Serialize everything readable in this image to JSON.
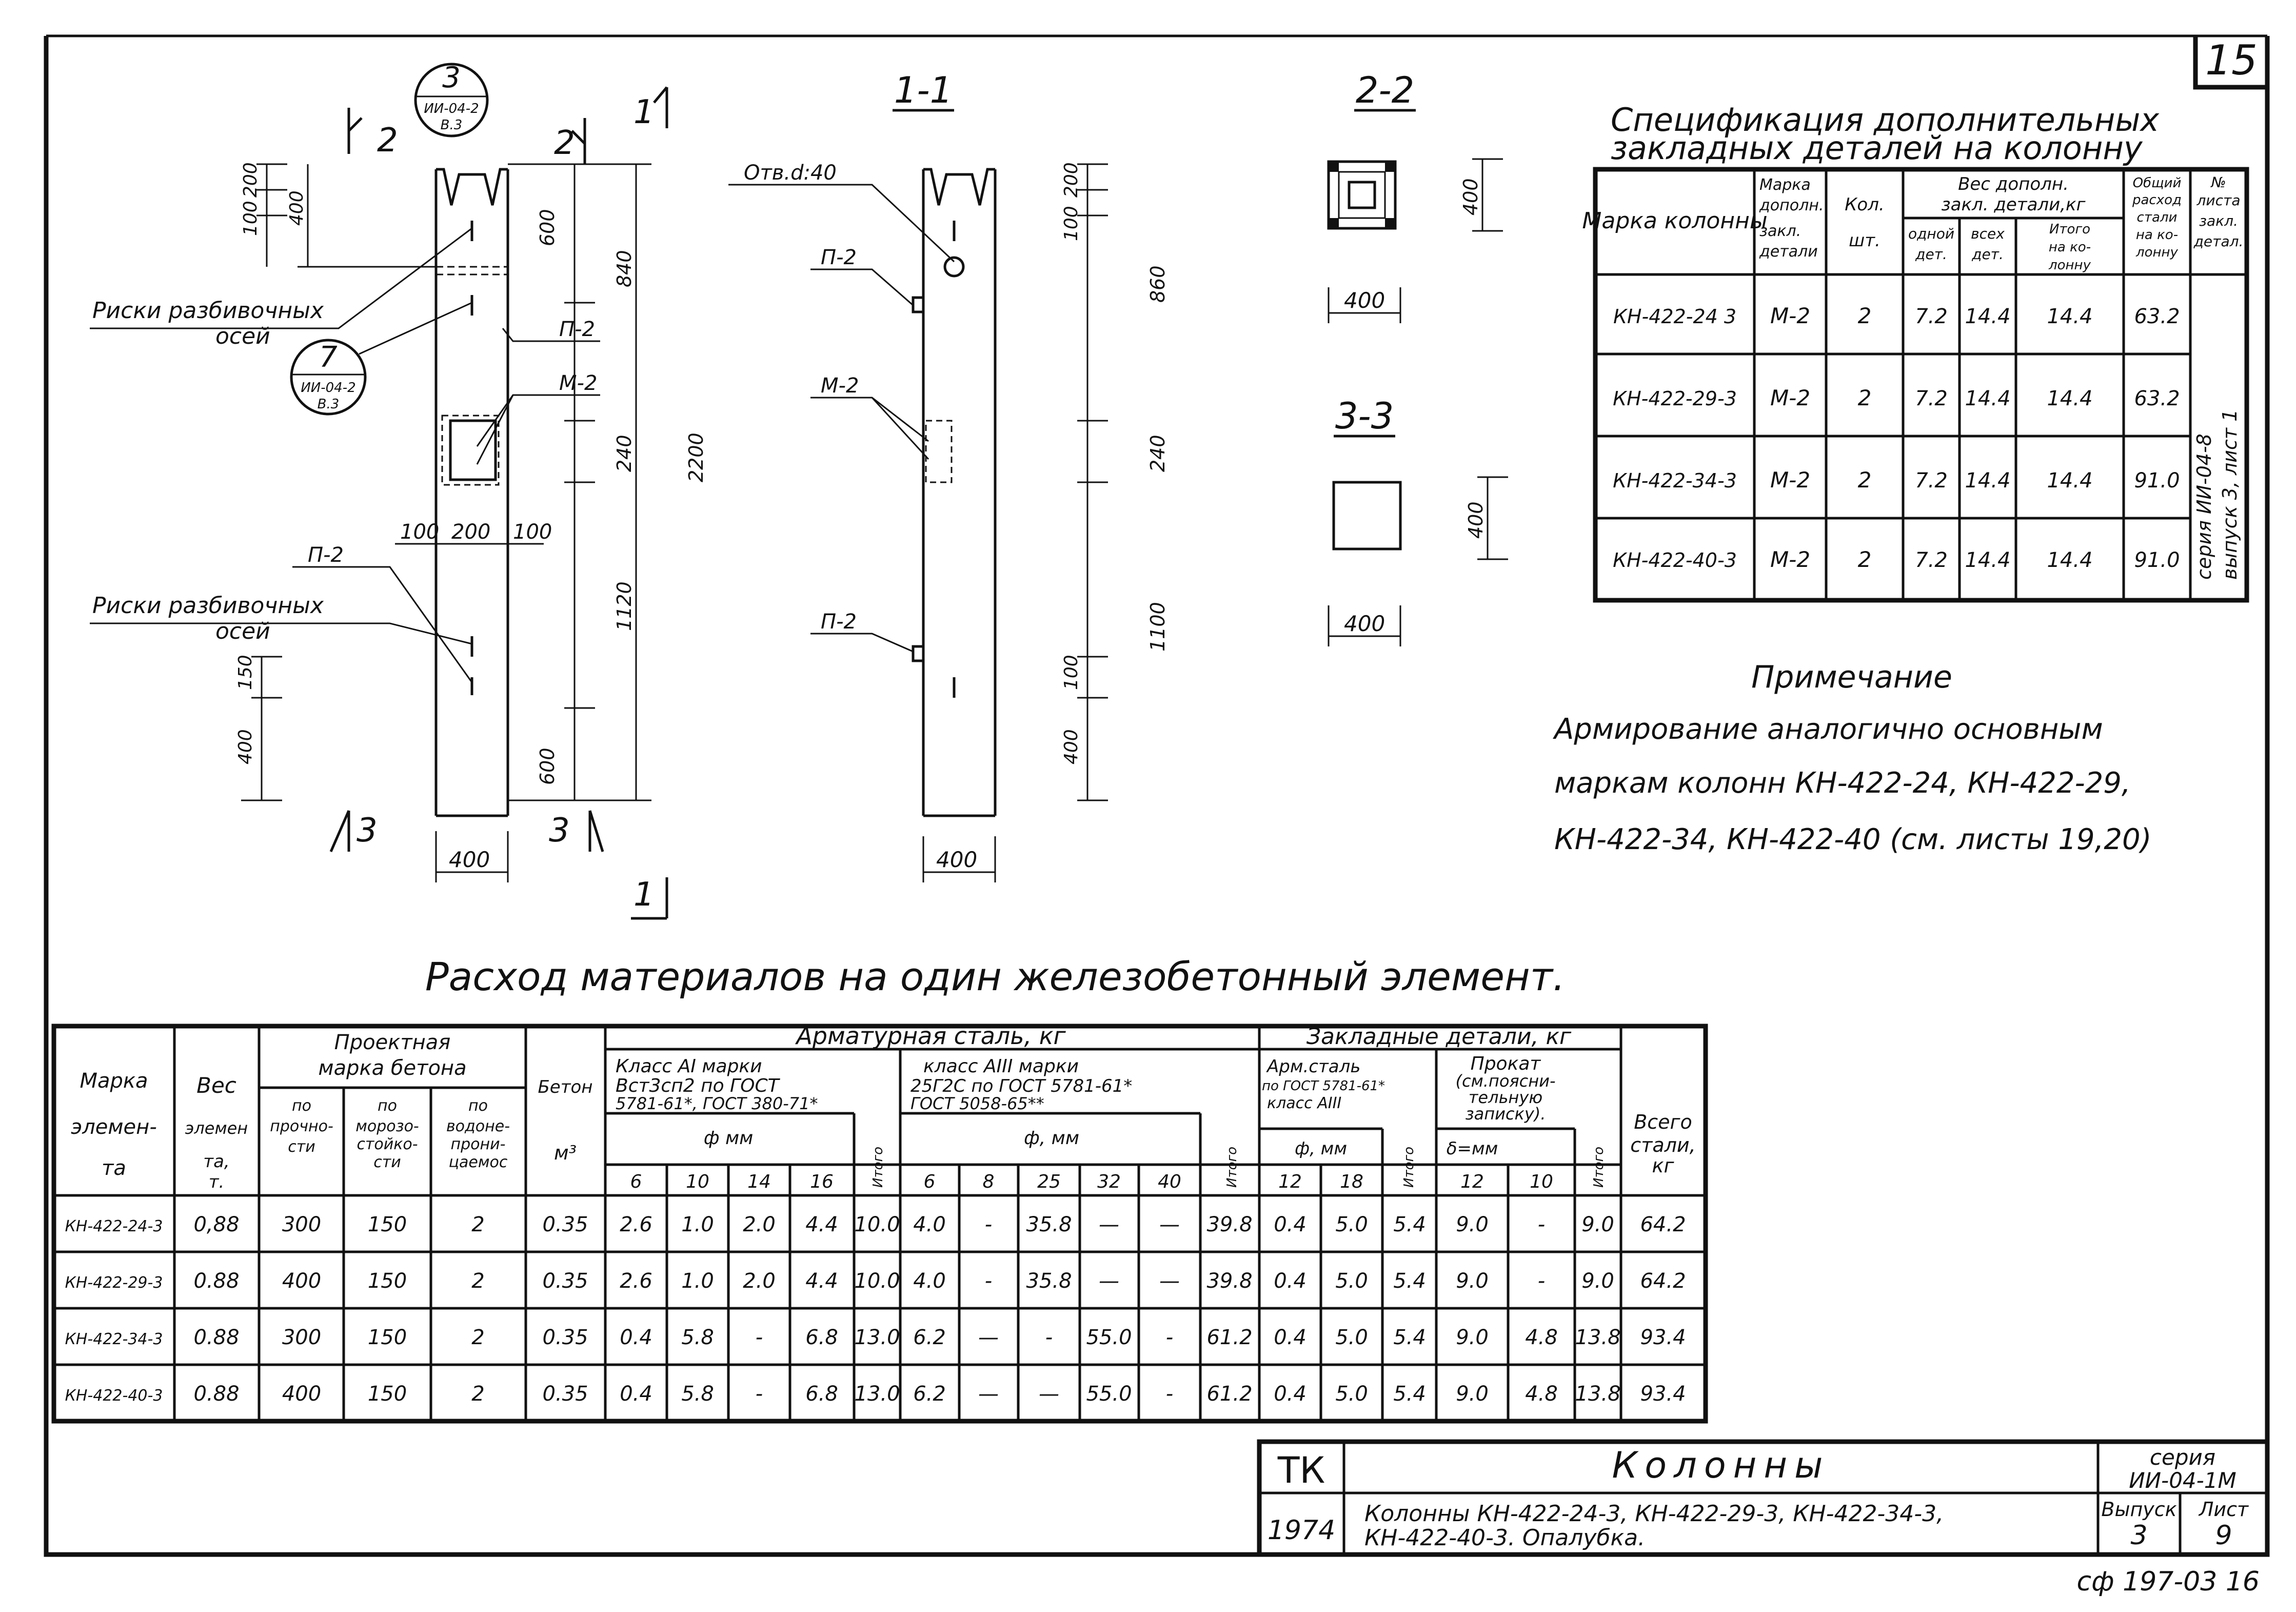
{
  "sheet_number_top": "15",
  "stamp_bottom": "сф 197-03   16",
  "plan": {
    "section_mark_2_left": "2",
    "section_mark_2_right": "2",
    "section_mark_1_top": "1",
    "section_mark_1_bottom": "1",
    "section_mark_3_left": "3",
    "section_mark_3_right": "3",
    "node_ref_3": {
      "num": "3",
      "series": "ИИ-04-2",
      "sheet": "В.3"
    },
    "node_ref_7": {
      "num": "7",
      "series": "ИИ-04-2",
      "sheet": "В.3"
    },
    "risk_label_top_1": "Риски разбивочных",
    "risk_label_top_2": "осей",
    "risk_label_bottom_1": "Риски разбивочных",
    "risk_label_bottom_2": "осей",
    "label_p2_a": "П-2",
    "label_m2": "М-2",
    "label_p2_b": "П-2",
    "dims": {
      "d100": "100",
      "d200": "200",
      "d400": "400",
      "d600_top": "600",
      "d840": "840",
      "d2200": "2200",
      "d240": "240",
      "d1120": "1120",
      "d600_bottom": "600",
      "d150": "150",
      "d400_bottom": "400",
      "w100a": "100",
      "w200": "200",
      "w100b": "100",
      "width_400": "400"
    }
  },
  "section_1_1": {
    "title": "1-1",
    "label_hole": "Отв.d:40",
    "label_p2_a": "П-2",
    "label_m2": "М-2",
    "label_p2_b": "П-2",
    "dims": {
      "d100": "100",
      "d200": "200",
      "d860": "860",
      "d240": "240",
      "d1100": "1100",
      "d100b": "100",
      "d400": "400",
      "width_400": "400"
    }
  },
  "section_2_2": {
    "title": "2-2",
    "dim_side": "400",
    "dim_bottom": "400"
  },
  "section_3_3": {
    "title": "3-3",
    "dim_side": "400",
    "dim_bottom": "400"
  },
  "spec": {
    "title_line1": "Спецификация дополнительных",
    "title_line2": "закладных деталей на колонну",
    "headers": {
      "col_mark": "Марка колонны",
      "col_detail_1": "Марка",
      "col_detail_2": "дополн.",
      "col_detail_3": "закл.",
      "col_detail_4": "детали",
      "col_qty_1": "Кол.",
      "col_qty_2": "шт.",
      "col_weight_group_1": "Вес дополн.",
      "col_weight_group_2": "закл. детали,кг",
      "col_one_1": "одной",
      "col_one_2": "дет.",
      "col_all_1": "всех",
      "col_all_2": "дет.",
      "col_tot_1": "Итого",
      "col_tot_2": "на ко-",
      "col_tot_3": "лонну",
      "col_total_steel_1": "Общий",
      "col_total_steel_2": "расход",
      "col_total_steel_3": "стали",
      "col_total_steel_4": "на ко-",
      "col_total_steel_5": "лонну",
      "col_sheet_1": "№",
      "col_sheet_2": "листа",
      "col_sheet_3": "закл.",
      "col_sheet_4": "детал."
    },
    "rows": [
      [
        "КН-422-24 3",
        "М-2",
        "2",
        "7.2",
        "14.4",
        "14.4",
        "63.2"
      ],
      [
        "КН-422-29-3",
        "М-2",
        "2",
        "7.2",
        "14.4",
        "14.4",
        "63.2"
      ],
      [
        "КН-422-34-3",
        "М-2",
        "2",
        "7.2",
        "14.4",
        "14.4",
        "91.0"
      ],
      [
        "КН-422-40-3",
        "М-2",
        "2",
        "7.2",
        "14.4",
        "14.4",
        "91.0"
      ]
    ],
    "sheet_ref_1": "серия ИИ-04-8",
    "sheet_ref_2": "выпуск 3, лист 1"
  },
  "note": {
    "title": "Примечание",
    "line1": "Армирование аналогично основным",
    "line2": "маркам колонн КН-422-24, КН-422-29,",
    "line3": "КН-422-34, КН-422-40 (см. листы 19,20)"
  },
  "materials": {
    "title": "Расход материалов на один железобетонный элемент.",
    "headers": {
      "mark_1": "Марка",
      "mark_2": "элемен-",
      "mark_3": "та",
      "weight_1": "Вес",
      "weight_2": "элемен",
      "weight_3": "та,",
      "weight_4": "т.",
      "design_1": "Проектная",
      "design_2": "марка бетона",
      "strength_1": "по",
      "strength_2": "прочно-",
      "strength_3": "сти",
      "frost_1": "по",
      "frost_2": "морозо-",
      "frost_3": "стойко-",
      "frost_4": "сти",
      "water_1": "по",
      "water_2": "водоне-",
      "water_3": "прони-",
      "water_4": "цаемос",
      "concrete_1": "Бетон",
      "concrete_2": "м³",
      "rebar_group": "Арматурная сталь, кг",
      "class_a1_1": "Класс АI марки",
      "class_a1_2": "Вст3сп2 по ГОСТ",
      "class_a1_3": "5781-61*, ГОСТ 380-71*",
      "class_a3_1": "класс АIII марки",
      "class_a3_2": "25Г2С по ГОСТ 5781-61*",
      "class_a3_3": "ГОСТ 5058-65**",
      "phi_mm_a": "ф мм",
      "phi_mm_b": "ф, мм",
      "embed_group": "Закладные детали, кг",
      "arm_steel_1": "Арм.сталь",
      "arm_steel_2": "по ГОСТ 5781-61*",
      "arm_steel_3": "класс АIII",
      "phi_mm_c": "ф, мм",
      "rolled_1": "Прокат",
      "rolled_2": "(см.поясни-",
      "rolled_3": "тельную",
      "rolled_4": "записку).",
      "delta_mm": "δ=мм",
      "total_1": "Всего",
      "total_2": "стали,",
      "total_3": "кг",
      "itogo": "Итого",
      "d6": "6",
      "d10": "10",
      "d14": "14",
      "d16": "16",
      "d6b": "6",
      "d8": "8",
      "d25": "25",
      "d32": "32",
      "d40": "40",
      "d12": "12",
      "d18": "18",
      "t12": "12",
      "t10": "10"
    },
    "rows": [
      [
        "КН-422-24-3",
        "0,88",
        "300",
        "150",
        "2",
        "0.35",
        "2.6",
        "1.0",
        "2.0",
        "4.4",
        "10.0",
        "4.0",
        "-",
        "35.8",
        "—",
        "—",
        "39.8",
        "0.4",
        "5.0",
        "5.4",
        "9.0",
        "-",
        "9.0",
        "64.2"
      ],
      [
        "КН-422-29-3",
        "0.88",
        "400",
        "150",
        "2",
        "0.35",
        "2.6",
        "1.0",
        "2.0",
        "4.4",
        "10.0",
        "4.0",
        "-",
        "35.8",
        "—",
        "—",
        "39.8",
        "0.4",
        "5.0",
        "5.4",
        "9.0",
        "-",
        "9.0",
        "64.2"
      ],
      [
        "КН-422-34-3",
        "0.88",
        "300",
        "150",
        "2",
        "0.35",
        "0.4",
        "5.8",
        "-",
        "6.8",
        "13.0",
        "6.2",
        "—",
        "-",
        "55.0",
        "-",
        "61.2",
        "0.4",
        "5.0",
        "5.4",
        "9.0",
        "4.8",
        "13.8",
        "93.4"
      ],
      [
        "КН-422-40-3",
        "0.88",
        "400",
        "150",
        "2",
        "0.35",
        "0.4",
        "5.8",
        "-",
        "6.8",
        "13.0",
        "6.2",
        "—",
        "—",
        "55.0",
        "-",
        "61.2",
        "0.4",
        "5.0",
        "5.4",
        "9.0",
        "4.8",
        "13.8",
        "93.4"
      ]
    ]
  },
  "title_block": {
    "org": "ТК",
    "year": "1974",
    "name": "Колонны",
    "subtitle_1": "Колонны КН-422-24-3, КН-422-29-3, КН-422-34-3,",
    "subtitle_2": "КН-422-40-3. Опалубка.",
    "series_label": "серия",
    "series_value": "ИИ-04-1М",
    "issue_label": "Выпуск",
    "issue_value": "3",
    "sheet_label": "Лист",
    "sheet_value": "9"
  }
}
